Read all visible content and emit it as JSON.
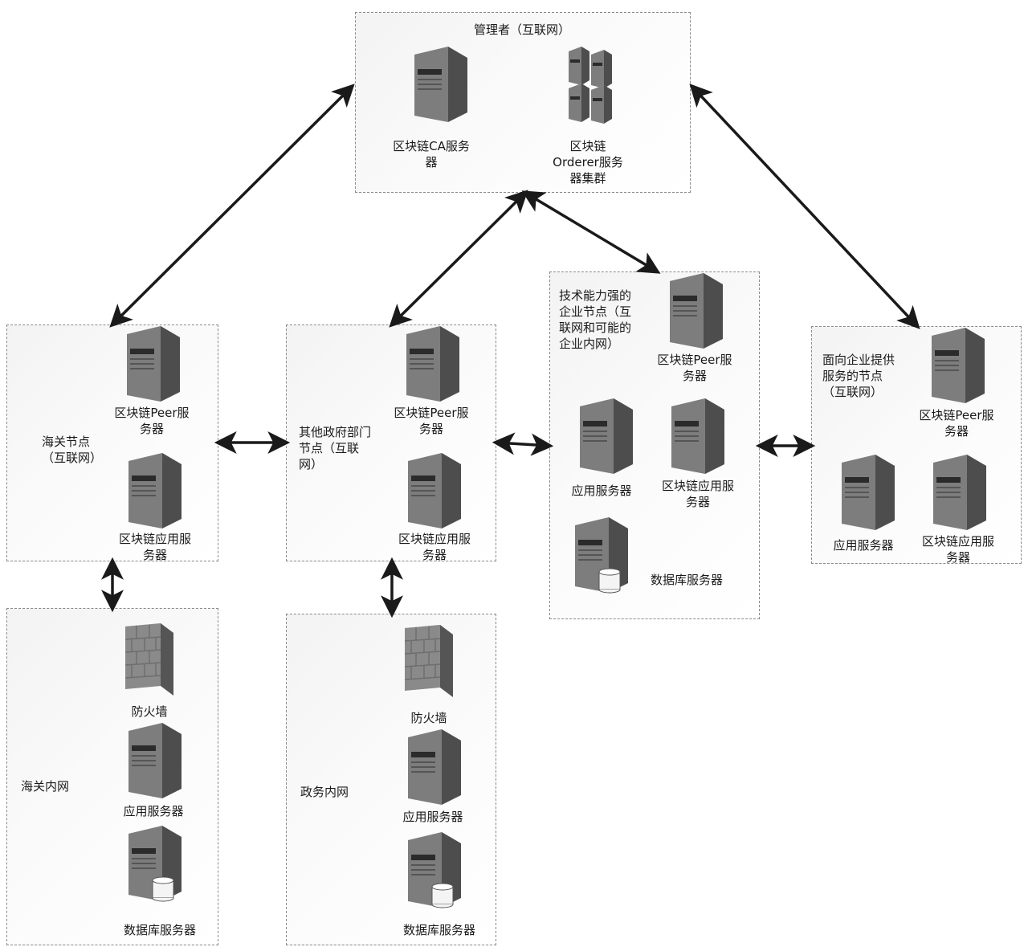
{
  "manager": {
    "title": "管理者（互联网）",
    "ca_label": "区块链CA服务\n器",
    "orderer_label": "区块链\nOrderer服务\n器集群"
  },
  "customs_node": {
    "title": "海关节点\n（互联网）",
    "peer_label": "区块链Peer服\n务器",
    "app_label": "区块链应用服\n务器"
  },
  "customs_intranet": {
    "title": "海关内网",
    "firewall_label": "防火墙",
    "app_label": "应用服务器",
    "db_label": "数据库服务器"
  },
  "gov_node": {
    "title": "其他政府部门\n节点（互联\n网）",
    "peer_label": "区块链Peer服\n务器",
    "app_label": "区块链应用服\n务器"
  },
  "gov_intranet": {
    "title": "政务内网",
    "firewall_label": "防火墙",
    "app_label": "应用服务器",
    "db_label": "数据库服务器"
  },
  "strong_node": {
    "title": "技术能力强的\n企业节点（互\n联网和可能的\n企业内网）",
    "peer_label": "区块链Peer服\n务器",
    "app_label": "应用服务器",
    "chain_app_label": "区块链应用服\n务器",
    "db_label": "数据库服务器"
  },
  "service_node": {
    "title": "面向企业提供\n服务的节点\n（互联网）",
    "peer_label": "区块链Peer服\n务器",
    "app_label": "应用服务器",
    "chain_app_label": "区块链应用服\n务器"
  }
}
